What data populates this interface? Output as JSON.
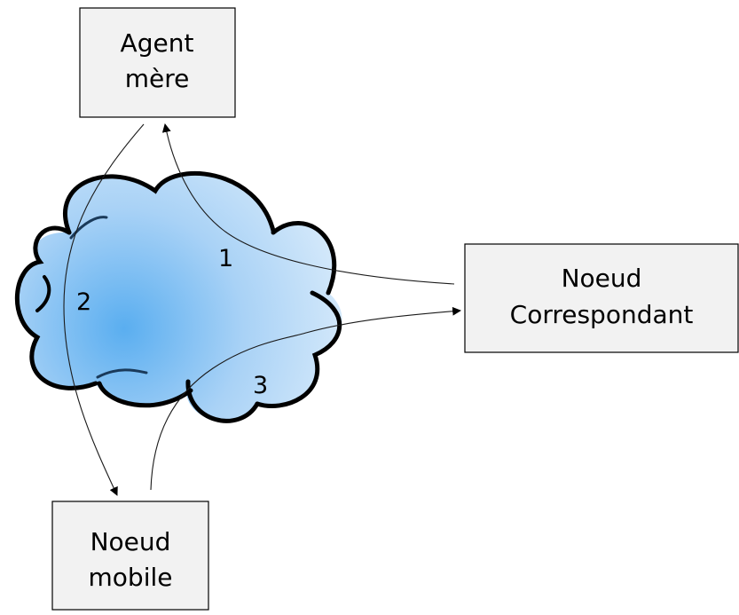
{
  "nodes": {
    "home_agent": {
      "line1": "Agent",
      "line2": "mère"
    },
    "correspondent_node": {
      "line1": "Noeud",
      "line2": "Correspondant"
    },
    "mobile_node": {
      "line1": "Noeud",
      "line2": "mobile"
    }
  },
  "steps": {
    "step1": "1",
    "step2": "2",
    "step3": "3"
  },
  "colors": {
    "cloud_center": "#5aaef0",
    "cloud_edge": "#e6f2fc",
    "box_fill": "#f2f2f2"
  }
}
